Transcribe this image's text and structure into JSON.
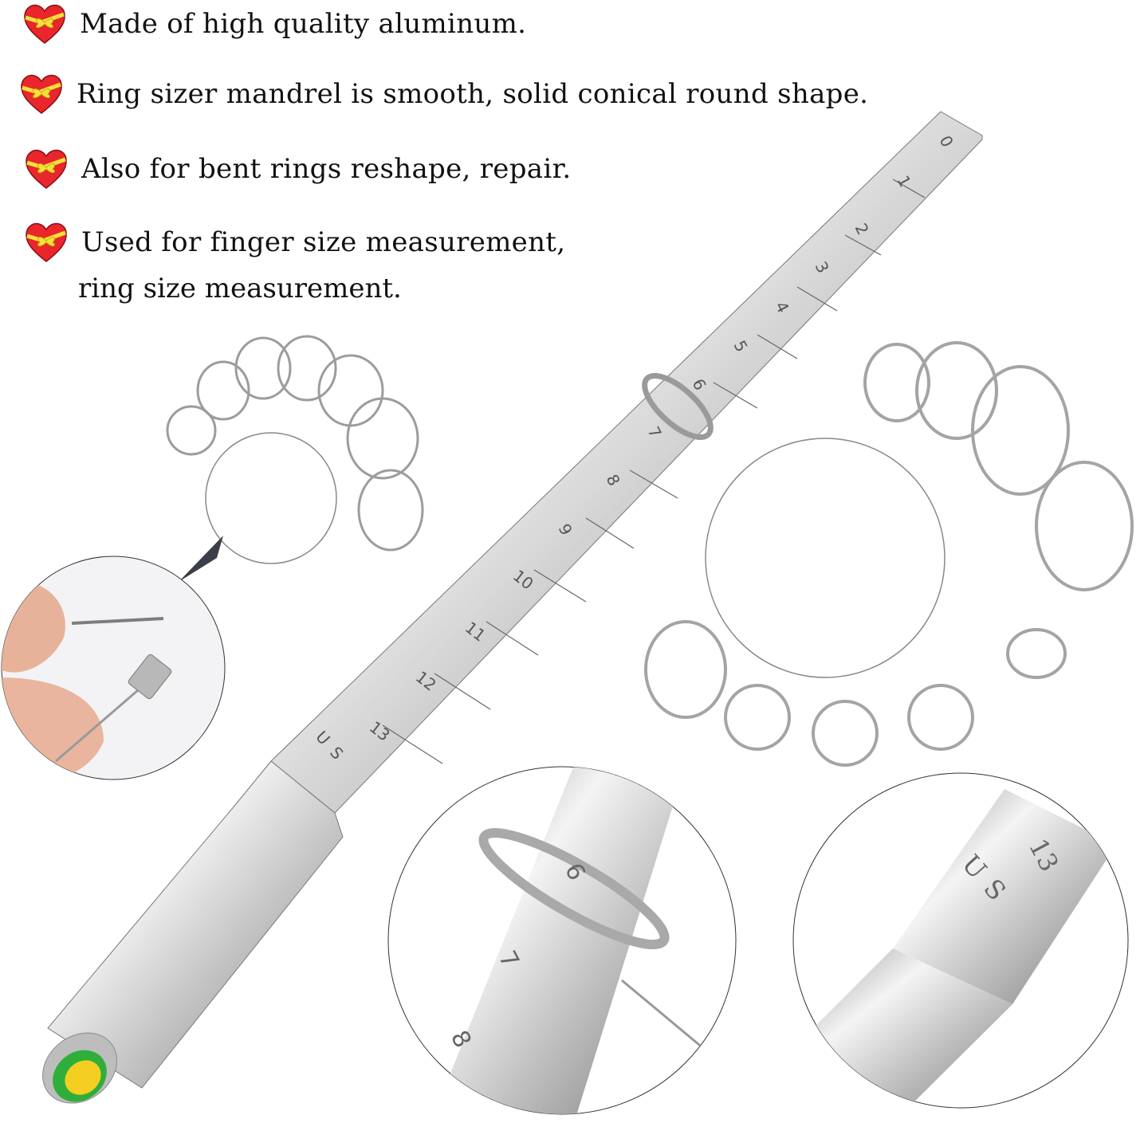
{
  "features": [
    {
      "icon": "gift-heart-icon",
      "text": "Made of high quality aluminum."
    },
    {
      "icon": "gift-heart-icon",
      "text": "Ring sizer mandrel is smooth, solid conical round shape."
    },
    {
      "icon": "gift-heart-icon",
      "text": "Also for bent rings reshape, repair."
    },
    {
      "icon": "gift-heart-icon",
      "text": "Used for finger size measurement,",
      "continuation": "ring size measurement."
    }
  ],
  "mandrel": {
    "scale_labels": [
      "0",
      "1",
      "2",
      "3",
      "4",
      "5",
      "6",
      "7",
      "8",
      "9",
      "10",
      "11",
      "12",
      "13"
    ],
    "unit_label": "US",
    "end_cap_colors": {
      "outer": "#2fae3a",
      "inner": "#f4cf22"
    }
  },
  "insets": {
    "cable_closeup": "wire-cable-screw-clasp",
    "ring_on_mandrel": {
      "visible_labels": [
        "6",
        "7",
        "8"
      ]
    },
    "handle_step": {
      "visible_labels": [
        "13",
        "US"
      ]
    }
  },
  "colors": {
    "heart_red": "#e8262b",
    "ribbon_yellow": "#f2e23a",
    "metal_light": "#eeeeee",
    "metal_mid": "#bdbdbd",
    "metal_dark": "#8a8a8a",
    "text": "#111111"
  }
}
